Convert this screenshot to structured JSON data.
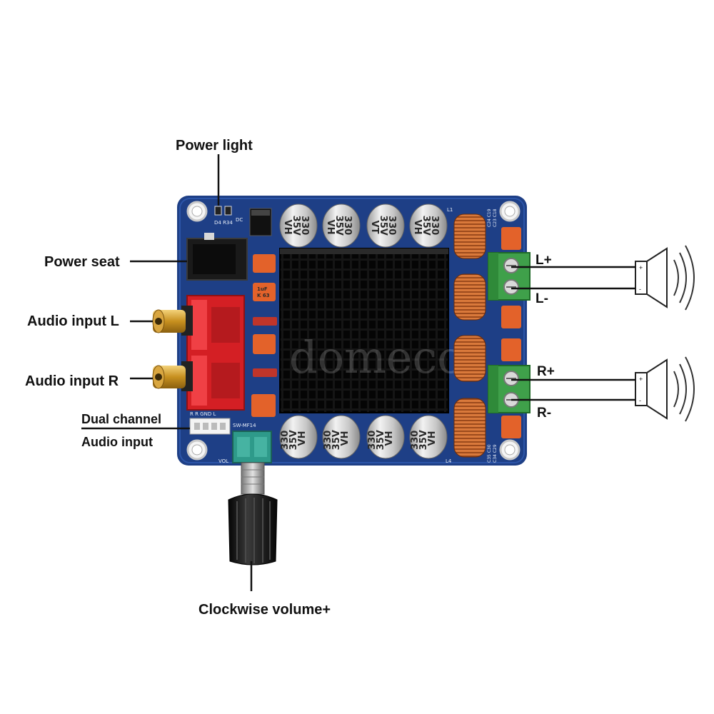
{
  "labels": {
    "power_light": "Power light",
    "power_seat": "Power seat",
    "audio_input_l": "Audio input L",
    "audio_input_r": "Audio input R",
    "dual_channel_line1": "Dual channel",
    "dual_channel_line2": "Audio input",
    "clockwise_volume": "Clockwise volume+",
    "l_plus": "L+",
    "l_minus": "L-",
    "r_plus": "R+",
    "r_minus": "R-"
  },
  "watermark": "domeco",
  "board": {
    "capacitor_text": [
      "330",
      "35V",
      "VH"
    ],
    "capacitor_text_alt": [
      "330",
      "35V",
      "VT"
    ],
    "input_header_text": "R  R  GND  L",
    "pot_text": "SW-MF14",
    "vol_text": "VOL",
    "dc_text": "DC",
    "led_text": "D4 R34",
    "l1_text": "L1",
    "l4_text": "L4",
    "c_top_text": "C24 C19",
    "c_top_text2": "C23 C18",
    "c_bot_text": "C35 C30",
    "c_bot_text2": "C34 C29",
    "small_cap_text": [
      "1uF",
      "K  63"
    ]
  },
  "colors": {
    "pcb": "#1e3f86",
    "heatsink": "#111111",
    "terminal": "#3fa04a",
    "rca": "#d41f24",
    "orange_cap": "#e3622a",
    "coil": "#c4652f"
  }
}
